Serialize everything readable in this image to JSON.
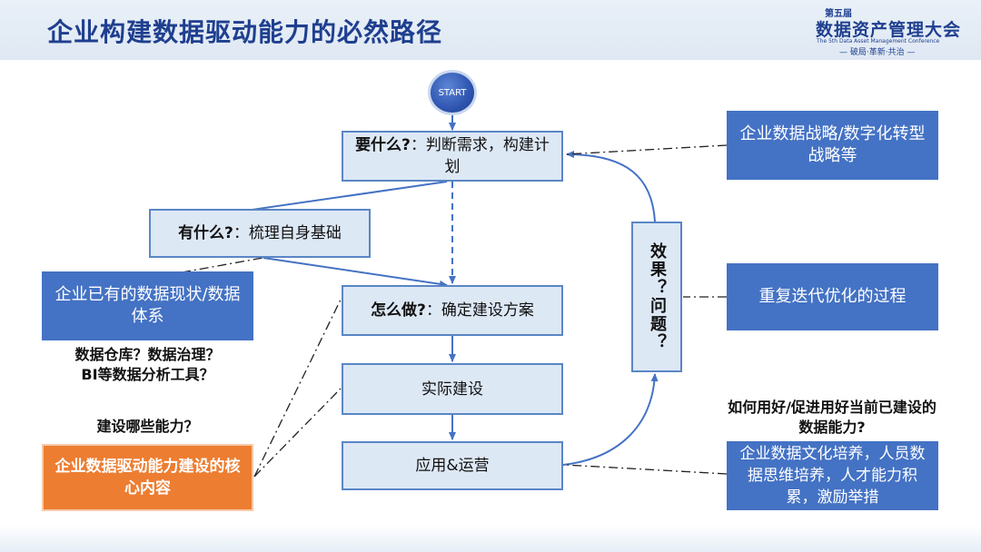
{
  "header": {
    "title": "企业构建数据驱动能力的必然路径",
    "logo": {
      "edition": "第五届",
      "name": "数据资产管理大会",
      "english": "The 5th Data Asset Management Conference",
      "slogan": "— 破局·革新·共治 —"
    }
  },
  "flow": {
    "start": "START",
    "step1": {
      "bold": "要什么?",
      "rest": "：判断需求，构建计划"
    },
    "step2": {
      "bold": "有什么?",
      "rest": "：梳理自身基础"
    },
    "step3": {
      "bold": "怎么做?",
      "rest": "：确定建设方案"
    },
    "step4": "实际建设",
    "step5": "应用&运营",
    "feedback": "效果？问题？"
  },
  "right": {
    "strategy": "企业数据战略/数字化转型战略等",
    "iterate": "重复迭代优化的过程",
    "question": "如何用好/促进用好当前已建设的数据能力?",
    "culture": "企业数据文化培养，人员数据思维培养，人才能力积累，激励举措"
  },
  "left": {
    "status": "企业已有的数据现状/数据体系",
    "q1": "数据仓库？数据治理？",
    "q2": "BI等数据分析工具？",
    "q3": "建设哪些能力？",
    "core": "企业数据驱动能力建设的核心内容"
  },
  "colors": {
    "primary": "#4472c4",
    "accent": "#ed7d31",
    "title": "#1f3f8f",
    "light": "#dde8f5"
  }
}
